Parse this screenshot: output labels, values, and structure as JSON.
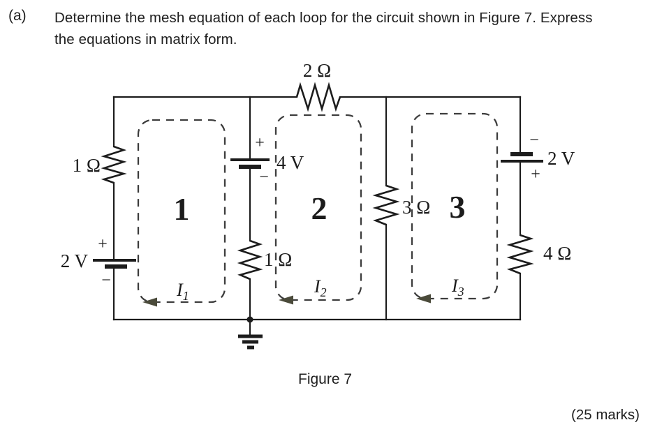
{
  "question": {
    "part_label": "(a)",
    "line1": "Determine the mesh equation of each loop for the circuit shown in Figure 7. Express",
    "line2": "the equations in matrix form.",
    "marks": "(25 marks)"
  },
  "figure": {
    "caption": "Figure 7"
  },
  "circuit": {
    "resistors": {
      "top": "2 Ω",
      "left": "1 Ω",
      "middle": "1 Ω",
      "center": "3 Ω",
      "right": "4 Ω"
    },
    "sources": {
      "left": {
        "value": "2 V",
        "top_sign": "+",
        "bottom_sign": "−"
      },
      "middle": {
        "value": "4 V",
        "top_sign": "+",
        "bottom_sign": "−"
      },
      "right": {
        "value": "2 V",
        "top_sign": "−",
        "bottom_sign": "+"
      }
    },
    "loops": {
      "loop1": {
        "number": "1",
        "current_symbol": "I",
        "current_sub": "1"
      },
      "loop2": {
        "number": "2",
        "current_symbol": "I",
        "current_sub": "2"
      },
      "loop3": {
        "number": "3",
        "current_symbol": "I",
        "current_sub": "3"
      }
    },
    "colors": {
      "ink": "#1c1c1c",
      "loop_dash": "#3d3d3d",
      "arrowhead": "#4a4a3a"
    }
  }
}
